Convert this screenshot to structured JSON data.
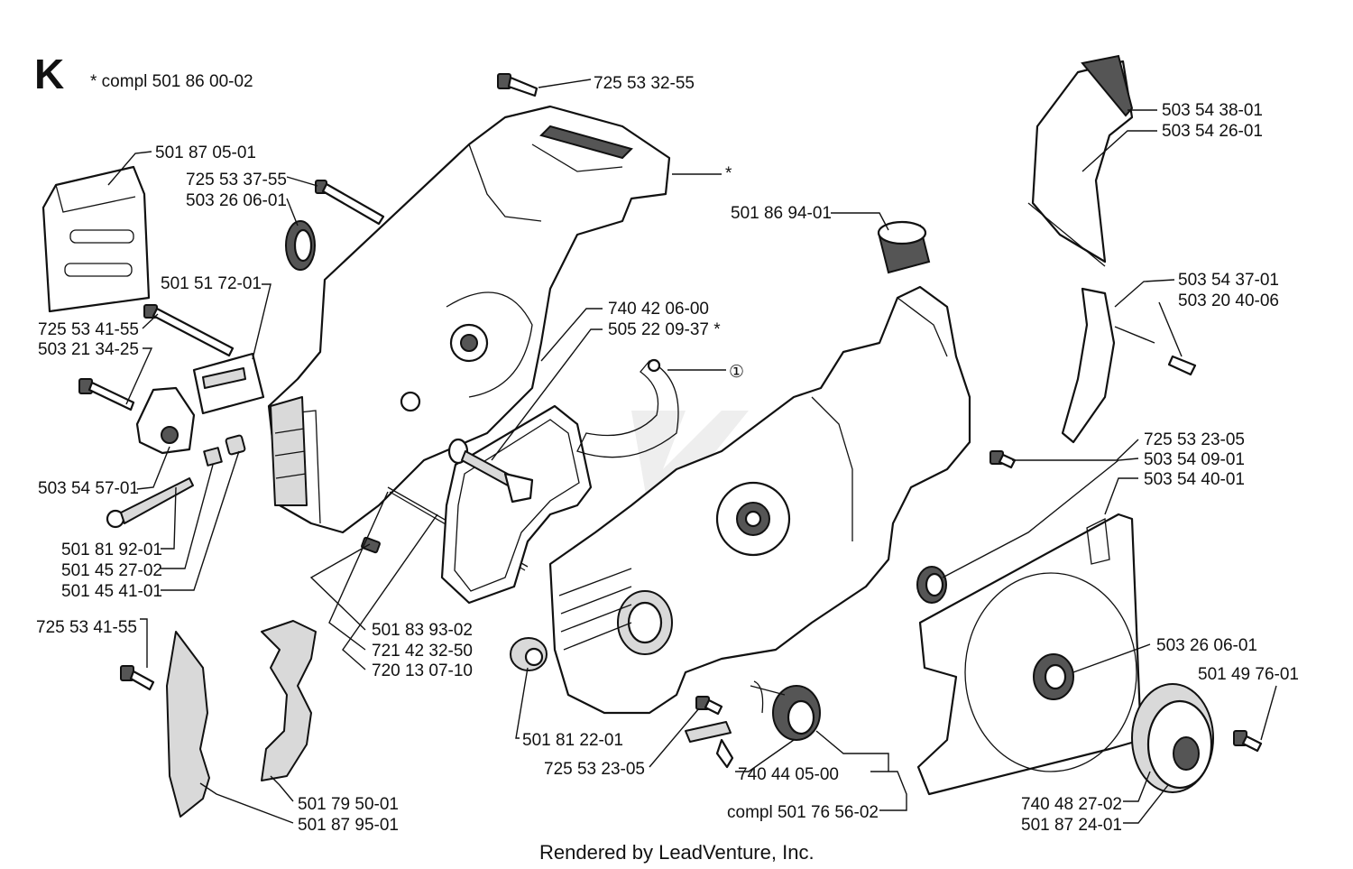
{
  "diagram": {
    "section_letter": "K",
    "compl_note": "*  compl 501 86 00-02",
    "footer": "Rendered by LeadVenture, Inc.",
    "callout": "①",
    "labels": {
      "725 53 32-55": "725 53 32-55",
      "501 87 05-01": "501 87 05-01",
      "725 53 37-55": "725 53 37-55",
      "503 26 06-01a": "503 26 06-01",
      "503 54 38-01": "503 54 38-01",
      "503 54 26-01": "503 54 26-01",
      "501 86 94-01": "501 86 94-01",
      "501 51 72-01": "501 51 72-01",
      "740 42 06-00": "740 42 06-00",
      "505 22 09-37": "505 22 09-37  *",
      "725 53 41-55a": "725 53 41-55",
      "503 21 34-25": "503 21 34-25",
      "503 54 37-01": "503 54 37-01",
      "503 20 40-06": "503 20 40-06",
      "725 53 23-05a": "725 53 23-05",
      "503 54 09-01": "503 54 09-01",
      "503 54 40-01": "503 54 40-01",
      "503 54 57-01": "503 54 57-01",
      "501 81 92-01": "501 81 92-01",
      "501 45 27-02": "501 45 27-02",
      "501 45 41-01": "501 45 41-01",
      "725 53 41-55b": "725 53 41-55",
      "501 83 93-02": "501 83 93-02",
      "721 42 32-50": "721 42 32-50",
      "720 13 07-10": "720 13 07-10",
      "503 26 06-01b": "503 26 06-01",
      "501 49 76-01": "501 49 76-01",
      "501 81 22-01": "501 81 22-01",
      "725 53 23-05b": "725 53 23-05",
      "740 44 05-00": "740 44 05-00",
      "compl 501 76 56-02": "compl 501 76 56-02",
      "740 48 27-02": "740 48 27-02",
      "501 87 24-01": "501 87 24-01",
      "501 79 50-01": "501 79 50-01",
      "501 87 95-01": "501 87 95-01",
      "star": "*"
    }
  }
}
